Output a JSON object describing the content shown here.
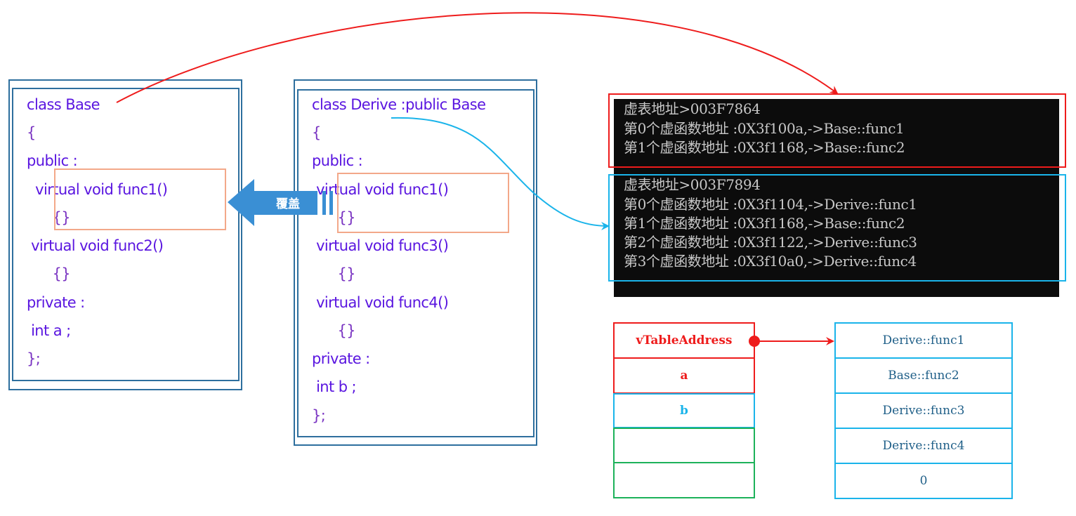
{
  "base_class": {
    "lines": [
      "class Base",
      "{",
      "public :",
      "  virtual void func1()",
      "      {}",
      " virtual void func2()",
      "      {}",
      "private :",
      " int a ;",
      "};"
    ]
  },
  "derive_class": {
    "lines": [
      "class Derive :public Base",
      "{",
      "public :",
      " virtual void func1()",
      "      {}",
      " virtual void func3()",
      "      {}",
      " virtual void func4()",
      "      {}",
      "private :",
      " int b ;",
      "};"
    ]
  },
  "override_label": "覆盖",
  "console": {
    "base_block": [
      "虚表地址>003F7864",
      "第0个虚函数地址 :0X3f100a,->Base::func1",
      "第1个虚函数地址 :0X3f1168,->Base::func2"
    ],
    "derive_block": [
      "虚表地址>003F7894",
      "第0个虚函数地址 :0X3f1104,->Derive::func1",
      "第1个虚函数地址 :0X3f1168,->Base::func2",
      "第2个虚函数地址 :0X3f1122,->Derive::func3",
      "第3个虚函数地址 :0X3f10a0,->Derive::func4"
    ]
  },
  "object_layout": {
    "cells": [
      "vTableAddress",
      "a",
      "b",
      "",
      ""
    ]
  },
  "vtable": {
    "entries": [
      "Derive::func1",
      "Base::func2",
      "Derive::func3",
      "Derive::func4",
      "0"
    ]
  },
  "colors": {
    "red": "#ee1c1c",
    "blue": "#1ab4ea",
    "green": "#1db25a",
    "arrow_blue": "#3a8fd4",
    "class_border": "#2e6f9e"
  }
}
